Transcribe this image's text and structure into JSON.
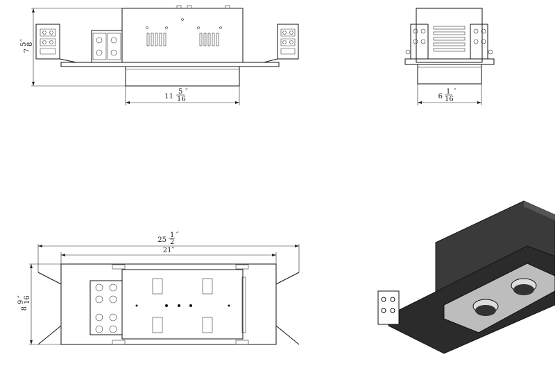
{
  "drawing": {
    "dimensions": {
      "front_height": {
        "whole": "7",
        "num": "5",
        "den": "8",
        "unit": "″"
      },
      "front_width": {
        "whole": "11",
        "num": "5",
        "den": "16",
        "unit": "″"
      },
      "side_width": {
        "whole": "6",
        "num": "1",
        "den": "16",
        "unit": "″"
      },
      "top_overall_width": {
        "whole": "25",
        "num": "1",
        "den": "2",
        "unit": "″"
      },
      "top_inner_width": {
        "text": "21″"
      },
      "top_height": {
        "whole": "8",
        "num": "9",
        "den": "16",
        "unit": "″"
      }
    },
    "colors": {
      "line": "#111111",
      "iso_dark": "#2b2b2b",
      "iso_mid": "#555555",
      "iso_light": "#bdbdbd"
    }
  }
}
